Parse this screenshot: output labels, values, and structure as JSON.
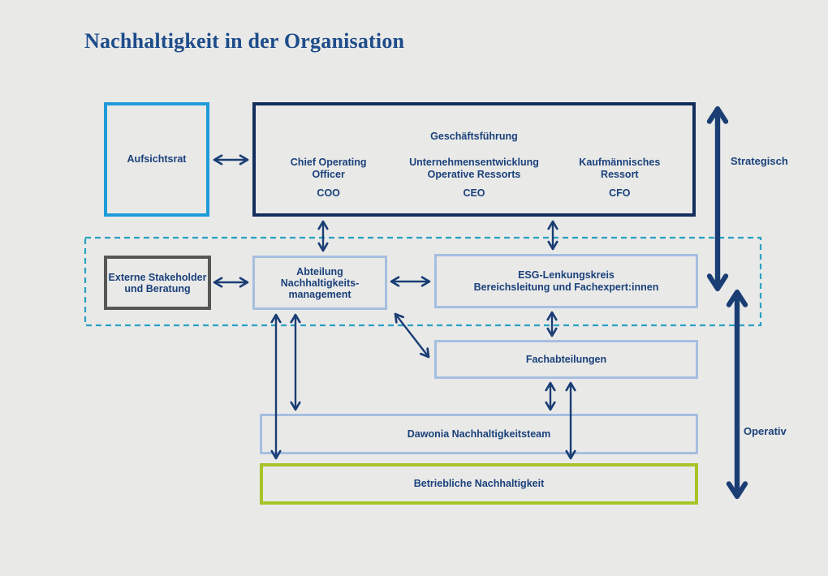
{
  "title": "Nachhaltigkeit in der Organisation",
  "boxes": {
    "aufsichtsrat": {
      "label": "Aufsichtsrat"
    },
    "geschaeftsfuehrung": {
      "label": "Geschäftsführung",
      "roles": [
        {
          "line1": "Chief Operating",
          "line2": "Officer",
          "abbr": "COO"
        },
        {
          "line1": "Unternehmensentwicklung",
          "line2": "Operative Ressorts",
          "abbr": "CEO"
        },
        {
          "line1": "Kaufmännisches",
          "line2": "Ressort",
          "abbr": "CFO"
        }
      ]
    },
    "externe_stakeholder": {
      "line1": "Externe Stakeholder",
      "line2": "und Beratung"
    },
    "abteilung_nachhaltigkeitsmanagement": {
      "line1": "Abteilung",
      "line2": "Nachhaltigkeits-",
      "line3": "management"
    },
    "esg_lenkungskreis": {
      "line1": "ESG-Lenkungskreis",
      "line2": "Bereichsleitung und Fachexpert:innen"
    },
    "fachabteilungen": {
      "label": "Fachabteilungen"
    },
    "dawonia_nachhaltigkeitsteam": {
      "label": "Dawonia Nachhaltigkeitsteam"
    },
    "betriebliche_nachhaltigkeit": {
      "label": "Betriebliche Nachhaltigkeit"
    }
  },
  "axis": {
    "strategisch": "Strategisch",
    "operativ": "Operativ"
  },
  "colors": {
    "background": "#E9E9E8",
    "title_navy": "#1D4C8A",
    "text_navy": "#1A417A",
    "navy_dark": "#132E5C",
    "arrow_navy": "#1A3E74",
    "cyan": "#1E9CD8",
    "teal_dashed": "#2BA0C2",
    "periwinkle": "#A6BFE0",
    "gray": "#575756",
    "green": "#A6C428"
  }
}
